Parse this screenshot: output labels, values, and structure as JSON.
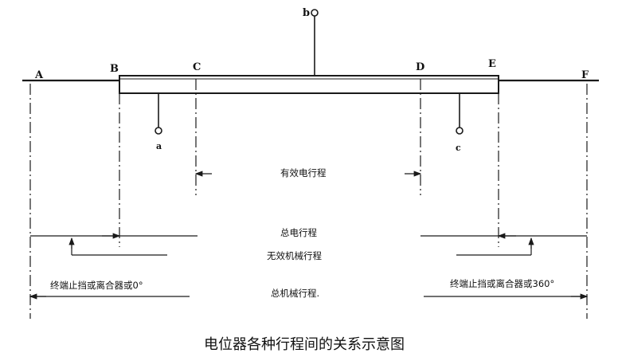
{
  "points": {
    "A": "A",
    "B": "B",
    "C": "C",
    "D": "D",
    "E": "E",
    "F": "F"
  },
  "terminals": {
    "a": "a",
    "b": "b",
    "c": "c"
  },
  "spans": {
    "effective_electrical_travel": "有效电行程",
    "total_electrical_travel": "总电行程",
    "ineffective_mechanical_travel": "无效机械行程",
    "total_mechanical_travel": "总机械行程.",
    "end_stop_left": "终端止挡或离合器或0°",
    "end_stop_right": "终端止挡或离合器或360°"
  },
  "caption": "电位器各种行程间的关系示意图"
}
